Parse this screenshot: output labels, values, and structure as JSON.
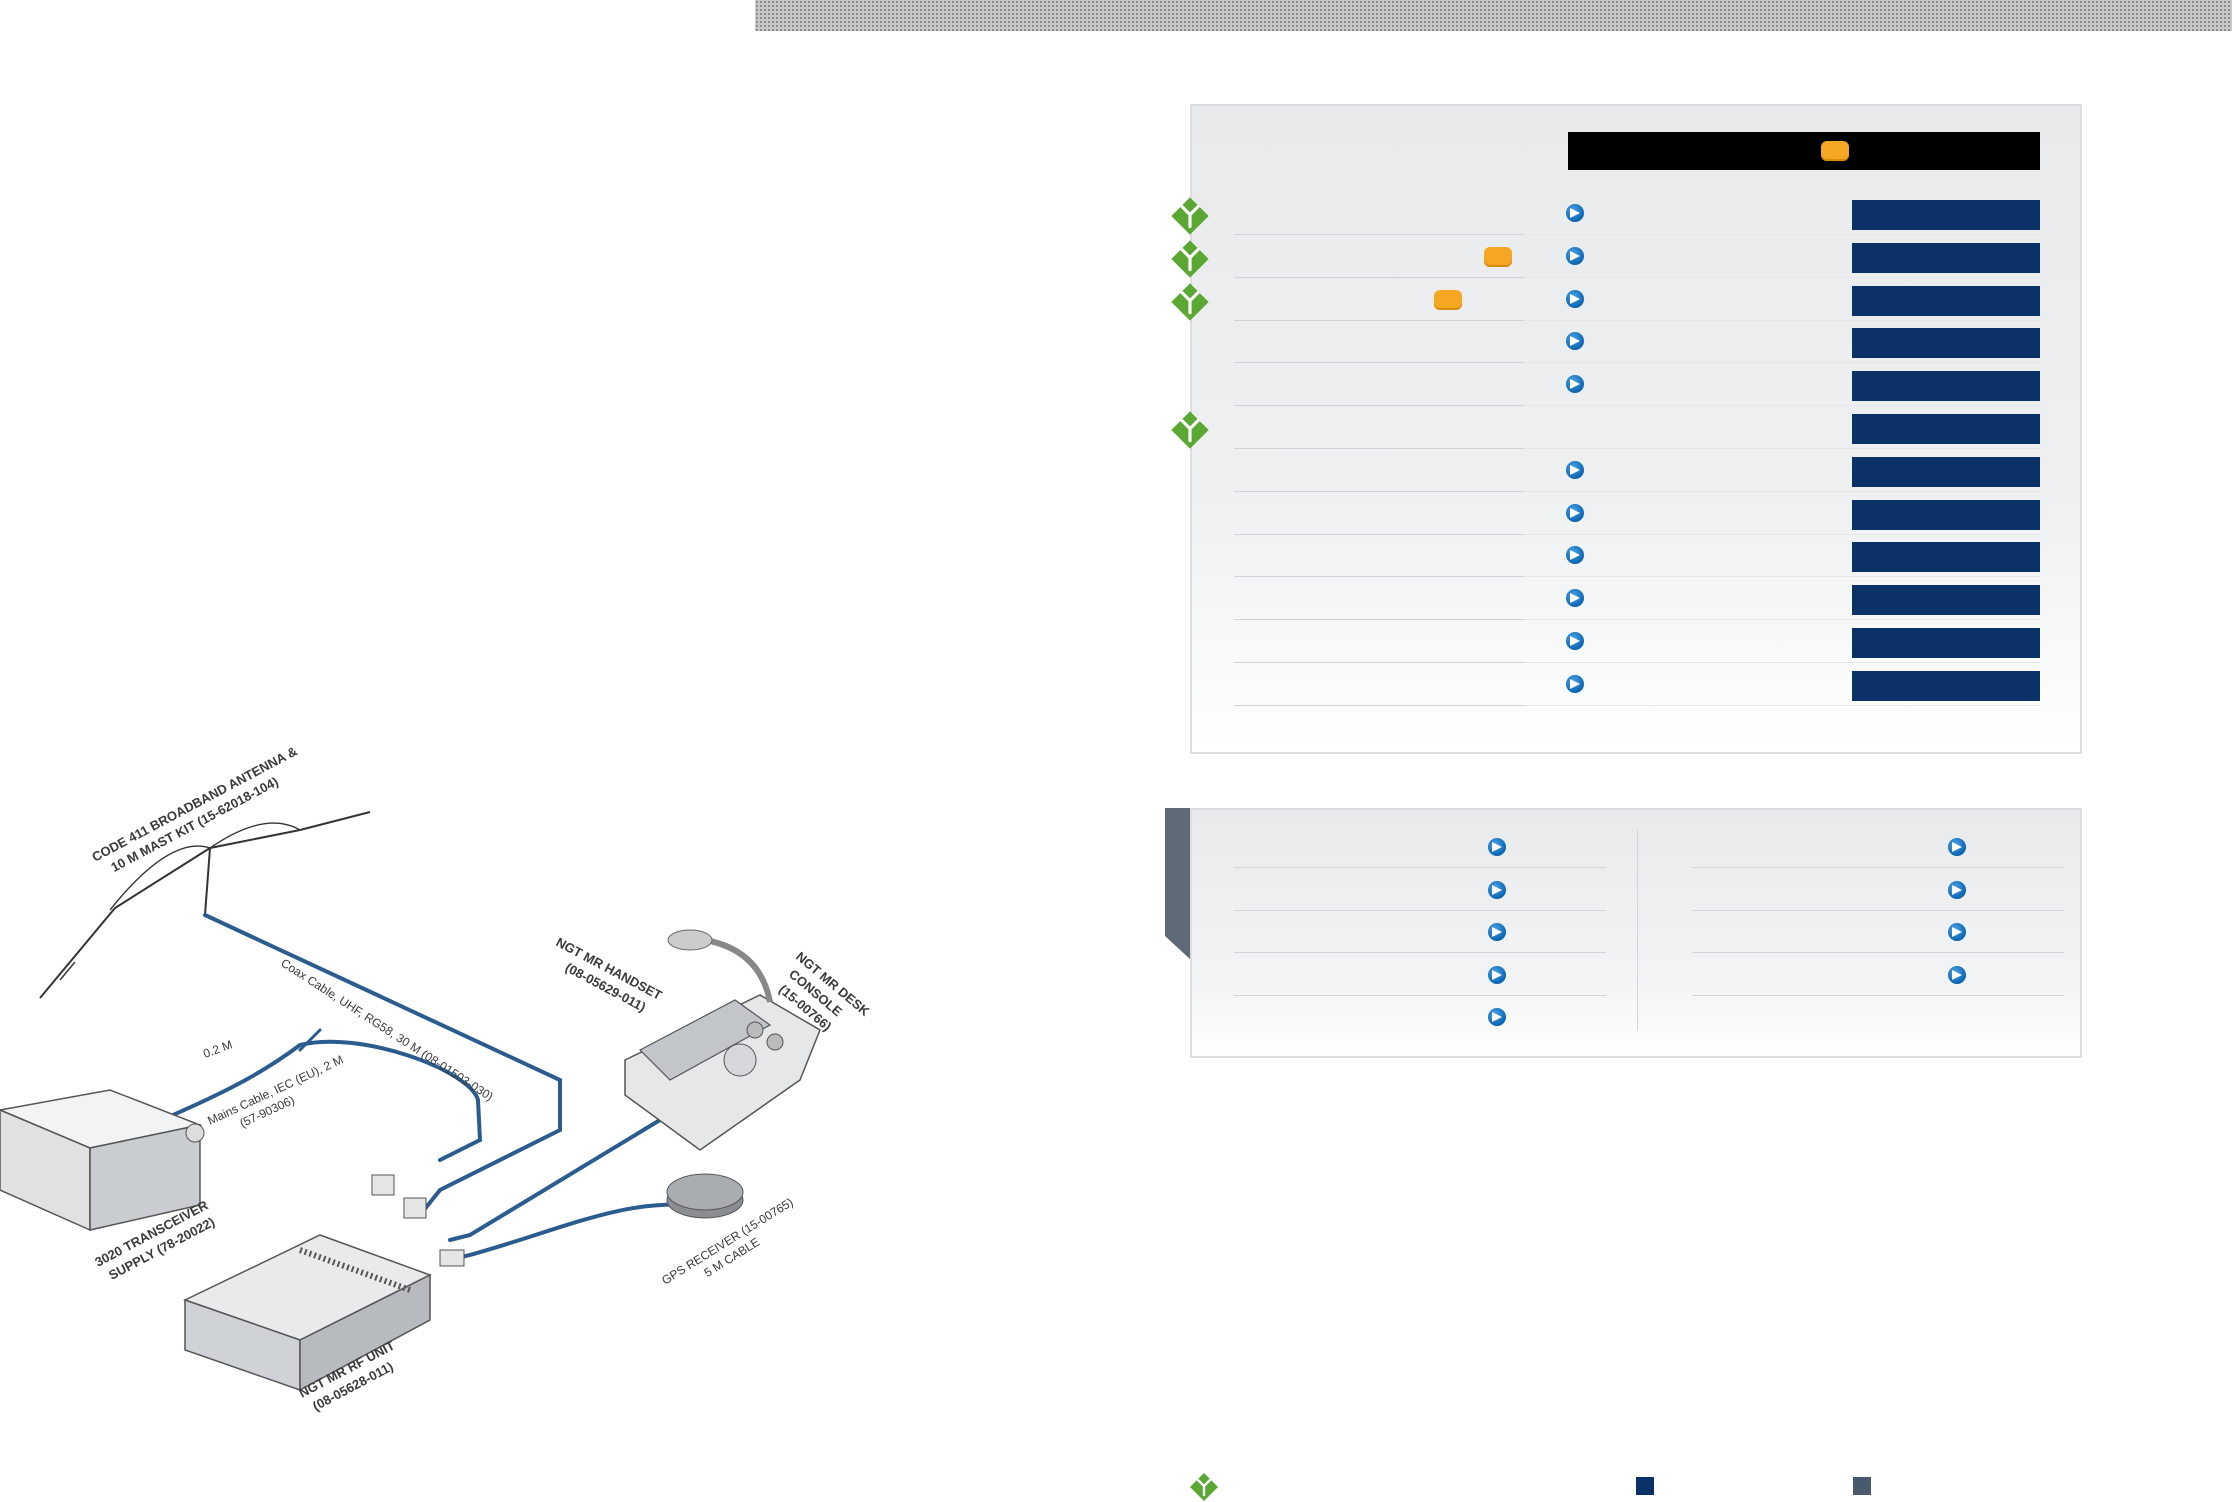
{
  "diagram": {
    "labels": {
      "antenna": [
        "CODE 411 BROADBAND ANTENNA &",
        "10 M MAST KIT (15-62018-104)"
      ],
      "coax": "Coax Cable, UHF, RG58, 30 M (08-01503-030)",
      "cable_02m": "0.2 M",
      "mains": [
        "Mains Cable, IEC (EU), 2 M",
        "(57-90306)"
      ],
      "transceiver": [
        "3020 TRANSCEIVER",
        "SUPPLY (78-20022)"
      ],
      "handset": [
        "NGT MR HANDSET",
        "(08-05629-011)"
      ],
      "desk_console": [
        "NGT MR DESK",
        "CONSOLE",
        "(15-00766)"
      ],
      "gps": [
        "GPS RECEIVER (15-00765)",
        "5 M CABLE"
      ],
      "rf_unit": [
        "NGT MR RF UNIT",
        "(08-05628-011)"
      ]
    }
  },
  "colors": {
    "navy": "#0b3266",
    "slate": "#4a5a6e",
    "green": "#5aa832",
    "orange": "#f5a623",
    "link_blue": "#0a64b0",
    "cable_blue": "#2a5c8f"
  },
  "main_panel": {
    "rows": [
      {
        "has_green_icon": true,
        "has_arrow": true,
        "badge": false
      },
      {
        "has_green_icon": true,
        "has_arrow": true,
        "badge": true
      },
      {
        "has_green_icon": true,
        "has_arrow": true,
        "badge": true
      },
      {
        "has_green_icon": false,
        "has_arrow": true,
        "badge": false
      },
      {
        "has_green_icon": false,
        "has_arrow": true,
        "badge": false
      },
      {
        "has_green_icon": true,
        "has_arrow": false,
        "badge": false
      },
      {
        "has_green_icon": false,
        "has_arrow": true,
        "badge": false
      },
      {
        "has_green_icon": false,
        "has_arrow": true,
        "badge": false
      },
      {
        "has_green_icon": false,
        "has_arrow": true,
        "badge": false
      },
      {
        "has_green_icon": false,
        "has_arrow": true,
        "badge": false
      },
      {
        "has_green_icon": false,
        "has_arrow": true,
        "badge": false
      },
      {
        "has_green_icon": false,
        "has_arrow": true,
        "badge": false
      }
    ]
  },
  "second_panel": {
    "left_rows": 5,
    "right_rows": 4
  },
  "icons": {
    "green": "green-antenna-diamond-icon",
    "arrow": "arrow-right-circle-icon"
  }
}
